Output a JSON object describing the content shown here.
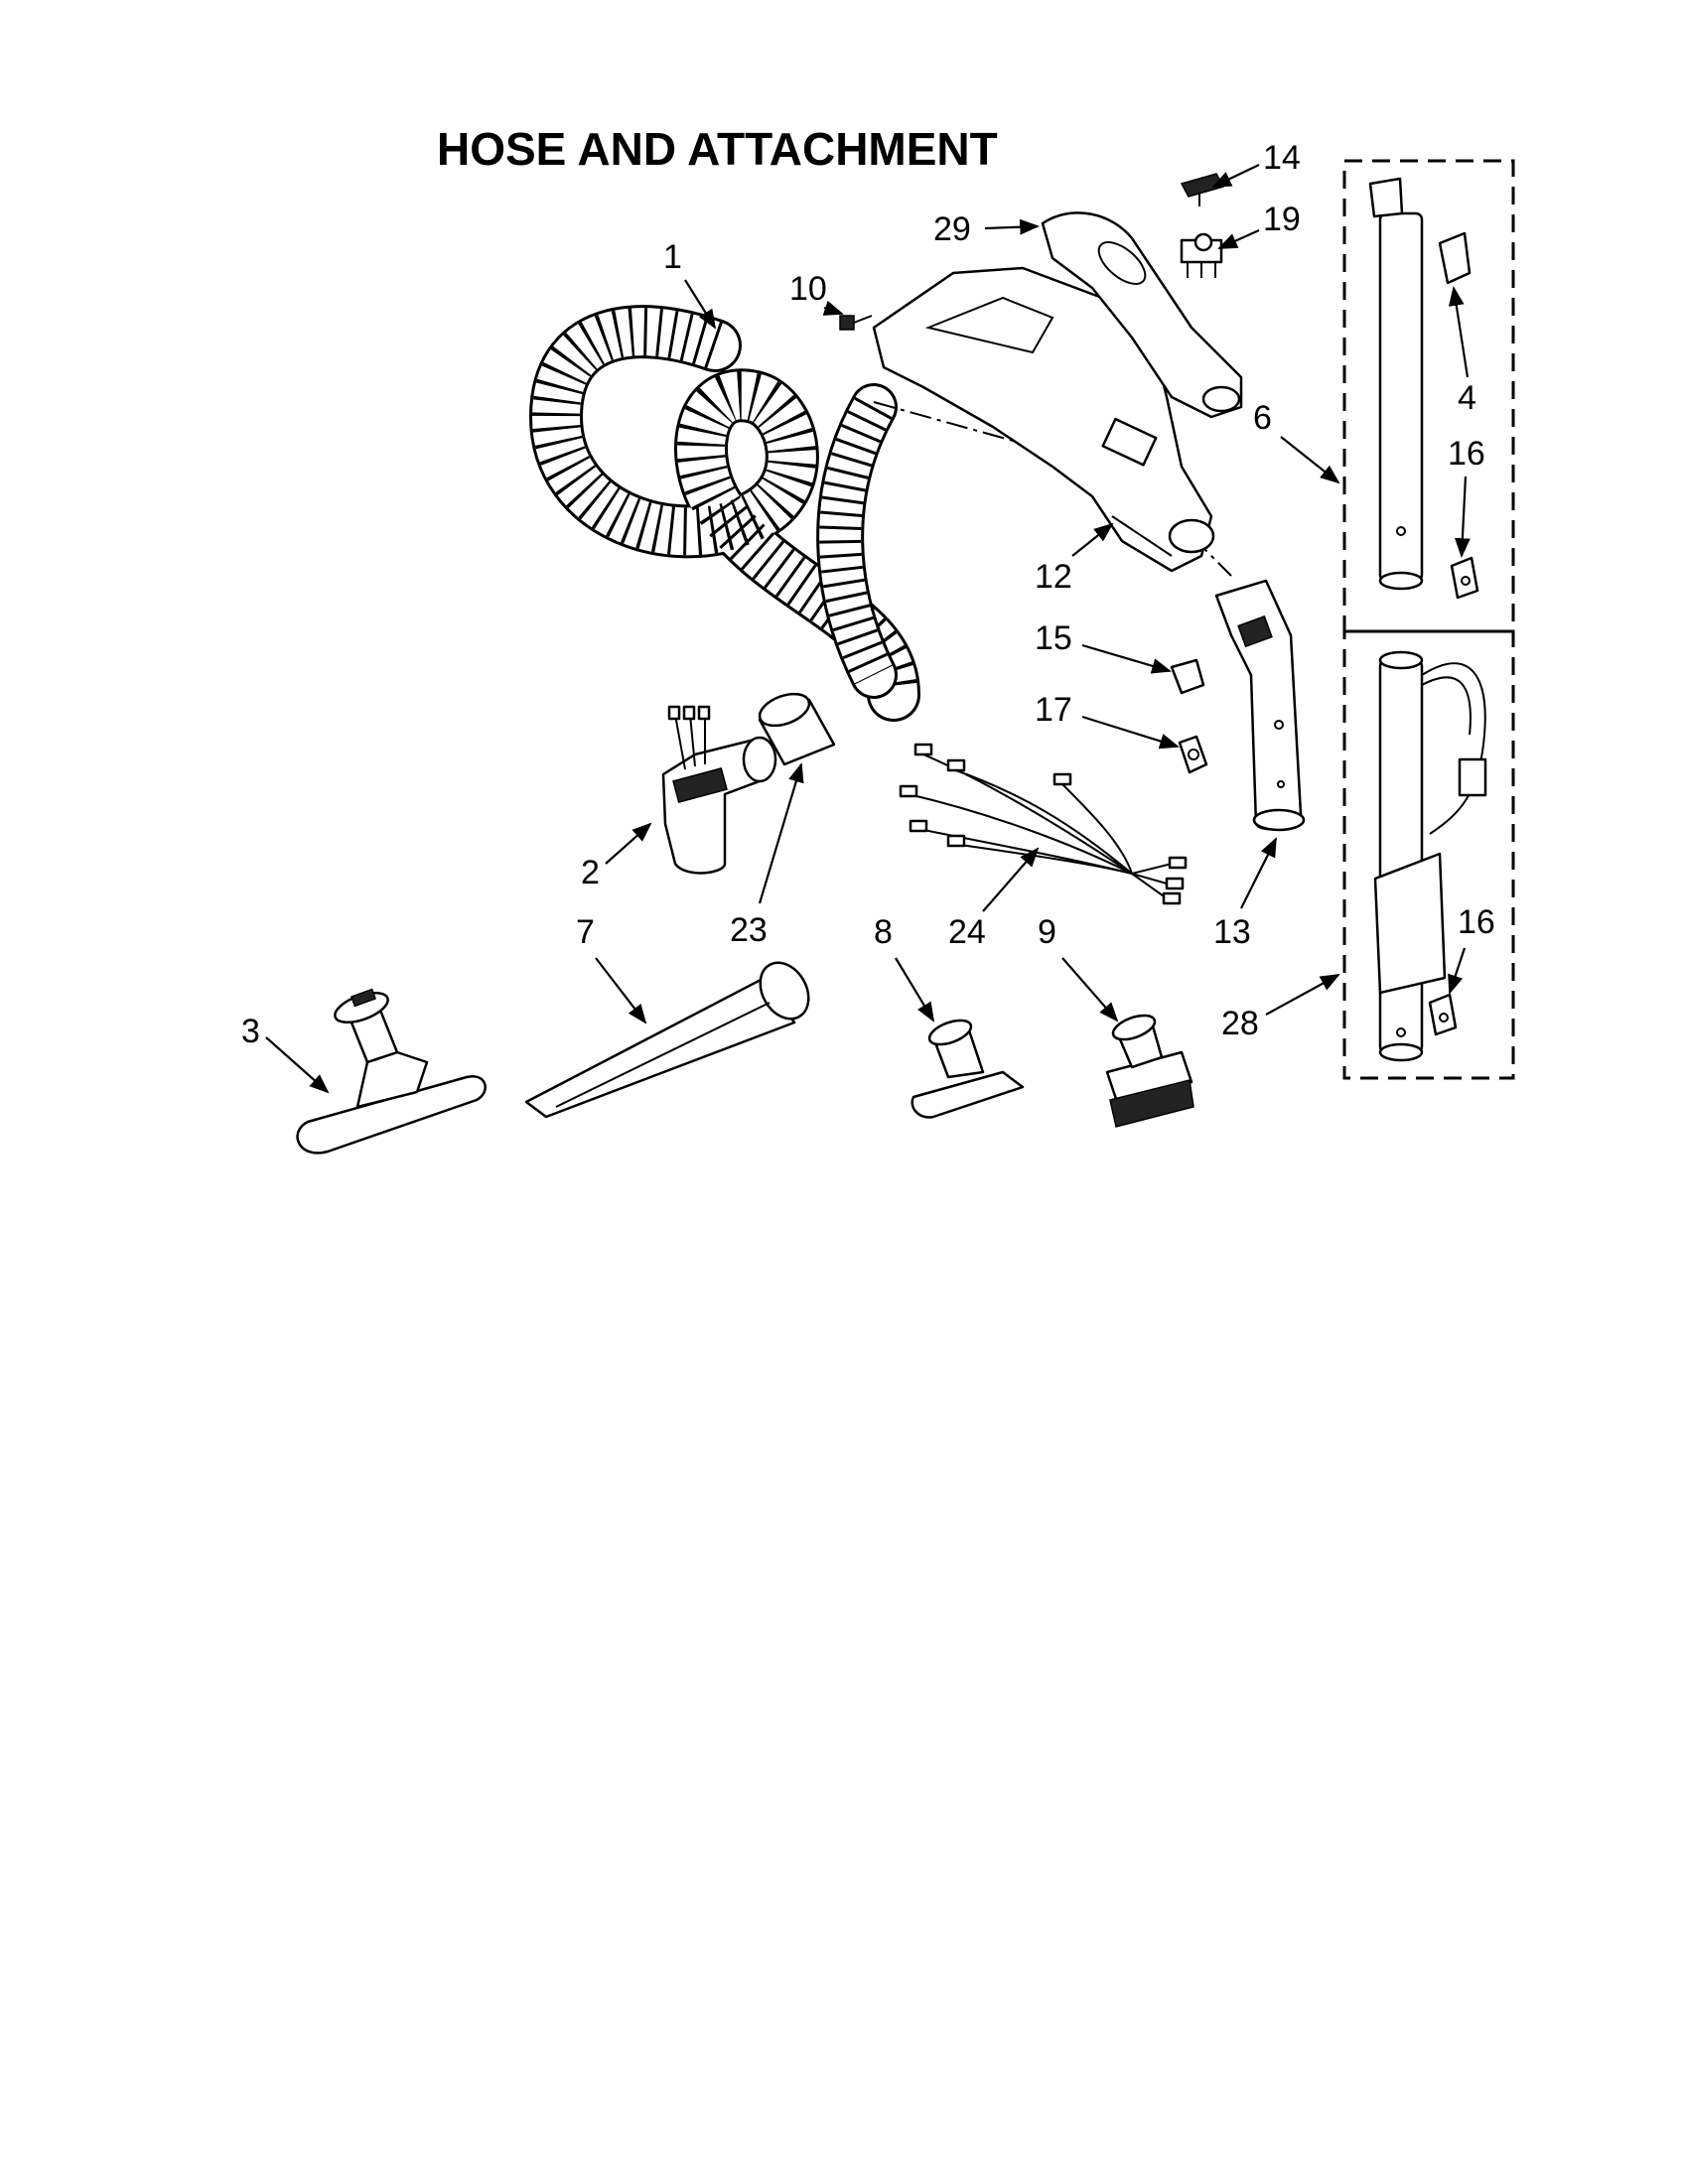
{
  "title": "HOSE AND ATTACHMENT",
  "callouts": {
    "c1": "1",
    "c2": "2",
    "c3": "3",
    "c4": "4",
    "c6": "6",
    "c7": "7",
    "c8": "8",
    "c9": "9",
    "c10": "10",
    "c12": "12",
    "c13": "13",
    "c14": "14",
    "c15": "15",
    "c16a": "16",
    "c16b": "16",
    "c17": "17",
    "c19": "19",
    "c23": "23",
    "c24": "24",
    "c28": "28",
    "c29": "29"
  }
}
